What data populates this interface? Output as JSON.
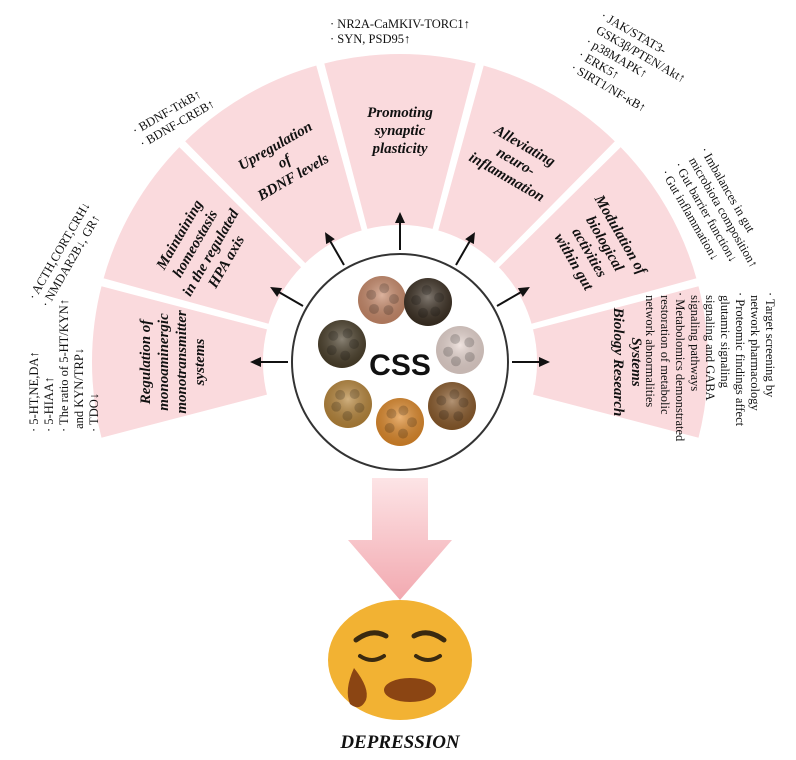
{
  "center": {
    "label": "CSS"
  },
  "outcome": {
    "label": "DEPRESSION"
  },
  "colors": {
    "segment_fill": "#fadadd",
    "arrow_fill": "#f5b5bb",
    "emoji_face": "#f2b233",
    "emoji_mouth": "#8b4513"
  },
  "segments": [
    {
      "id": "monoamine",
      "lines": [
        "Regulation of",
        "monoaminergic",
        "monotransmitter",
        "systems"
      ],
      "notes": [
        "· 5-HT,NE,DA↑",
        "· 5-HIAA↑",
        "· The ratio of 5-HT/KYN↑",
        "  and KYN/TRP↓",
        "· TDO↓"
      ]
    },
    {
      "id": "hpa",
      "lines": [
        "Maintaining",
        "homeostasis",
        "in the regulated",
        "HPA axis"
      ],
      "notes": [
        "· ACTH,CORT,CRH↓",
        "· NMDAR2B↓, GR↑"
      ]
    },
    {
      "id": "bdnf",
      "lines": [
        "Upregulation",
        "of",
        "BDNF levels"
      ],
      "notes": [
        "· BDNF-TrkB↑",
        "· BDNF-CREB↑"
      ]
    },
    {
      "id": "synaptic",
      "lines": [
        "Promoting",
        "synaptic",
        "plasticity"
      ],
      "notes": [
        "· NR2A-CaMKIV-TORC1↑",
        "· SYN, PSD95↑"
      ]
    },
    {
      "id": "inflammation",
      "lines": [
        "Alleviating",
        "neuro-",
        "inflammation"
      ],
      "notes": [
        "· JAK/STAT3-",
        "  GSK3β/PTEN/Akt↑",
        "· p38MAPK↑",
        "· ERK5↑",
        "· SIRT1/NF-κB↑"
      ]
    },
    {
      "id": "gut",
      "lines": [
        "Modulation of",
        "biological",
        "activities",
        "within gut"
      ],
      "notes": [
        "· Imbalances in gut",
        "  microbiota composition↑",
        "· Gut barrier function↓",
        "· Gut inflammation↓"
      ]
    },
    {
      "id": "systems",
      "lines": [
        "Systems",
        "Biology Research"
      ],
      "notes": [
        "· Target screening by",
        "  network pharmacology",
        "· Proteomic findings affect",
        "  glutamic signaling",
        "  signaling and GABA",
        "  signaling pathways",
        "· Metabolomics demonstrated",
        "  restoration of metabolic",
        "  network abnormalities"
      ]
    }
  ],
  "herbs": [
    {
      "name": "herb-dark-flakes",
      "color": "#4a3f2a"
    },
    {
      "name": "herb-red-slices",
      "color": "#c98a6a"
    },
    {
      "name": "herb-black-seeds",
      "color": "#3b2f22"
    },
    {
      "name": "herb-pink-slices",
      "color": "#e8d6d0"
    },
    {
      "name": "herb-amber-roots",
      "color": "#b8863a"
    },
    {
      "name": "herb-orange-peel",
      "color": "#e08a2a"
    },
    {
      "name": "herb-brown-rings",
      "color": "#8a5a2a"
    }
  ]
}
